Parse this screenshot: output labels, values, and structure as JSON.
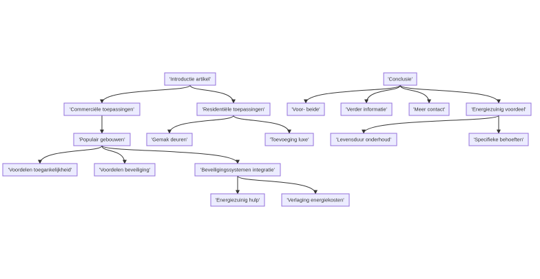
{
  "diagram": {
    "nodes": {
      "intro": "'Introductie artikel'",
      "commercial": "'Commerciële toepassingen'",
      "residential": "'Residentiële toepassingen'",
      "popular": "'Populair gebouwen'",
      "comfort": "'Gemak deuren'",
      "luxury": "'Toevoeging luxe'",
      "accessibility": "'Voordelen toegankelijkheid'",
      "security_benefits": "'Voordelen beveiliging'",
      "security_integration": "'Beveiligingssystemen integratie'",
      "energy_help": "'Energiezuinig hulp'",
      "energy_costs": "'Verlaging energiekosten'",
      "conclusion": "'Conclusie'",
      "both": "'Voor- beide'",
      "more_info": "'Verder informatie'",
      "more_contact": "'Meer contact'",
      "energy_advantage": "'Energiezuinig voordeel'",
      "lifespan": "'Levensduur onderhoud'",
      "specific_needs": "'Specifieke behoeften'"
    },
    "edges": [
      [
        "intro",
        "commercial"
      ],
      [
        "intro",
        "residential"
      ],
      [
        "commercial",
        "popular"
      ],
      [
        "residential",
        "comfort"
      ],
      [
        "residential",
        "luxury"
      ],
      [
        "popular",
        "accessibility"
      ],
      [
        "popular",
        "security_benefits"
      ],
      [
        "popular",
        "security_integration"
      ],
      [
        "security_integration",
        "energy_help"
      ],
      [
        "security_integration",
        "energy_costs"
      ],
      [
        "conclusion",
        "both"
      ],
      [
        "conclusion",
        "more_info"
      ],
      [
        "conclusion",
        "more_contact"
      ],
      [
        "conclusion",
        "energy_advantage"
      ],
      [
        "energy_advantage",
        "lifespan"
      ],
      [
        "energy_advantage",
        "specific_needs"
      ]
    ],
    "colors": {
      "node_fill": "#ececff",
      "node_stroke": "#9370db",
      "edge": "#333333",
      "text": "#333333"
    }
  }
}
